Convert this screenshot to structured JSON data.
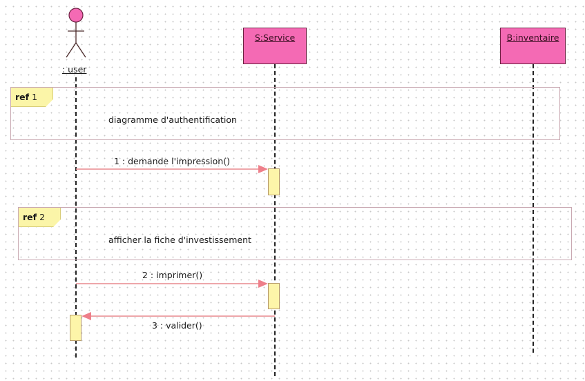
{
  "diagram": {
    "type": "sequence",
    "lifelines": [
      {
        "id": "user",
        "label": ": user",
        "kind": "actor"
      },
      {
        "id": "service",
        "label": "S:Service",
        "kind": "object"
      },
      {
        "id": "inventaire",
        "label": "B:inventaire",
        "kind": "object"
      }
    ],
    "refs": [
      {
        "keyword": "ref",
        "number": "1",
        "text": "diagramme d'authentification"
      },
      {
        "keyword": "ref",
        "number": "2",
        "text": "afficher la fiche d'investissement"
      }
    ],
    "messages": [
      {
        "label": "1 : demande l'impression()",
        "from": "user",
        "to": "service",
        "kind": "call"
      },
      {
        "label": "2 : imprimer()",
        "from": "user",
        "to": "service",
        "kind": "call"
      },
      {
        "label": "3 : valider()",
        "from": "service",
        "to": "user",
        "kind": "return"
      }
    ],
    "colors": {
      "object_fill": "#f46ab4",
      "actor_head": "#f46ab4",
      "activation_fill": "#fdf5a9",
      "ref_tag_fill": "#fbf5a8",
      "message_line": "#e8888e",
      "frame_border": "#c9a9b2"
    }
  }
}
